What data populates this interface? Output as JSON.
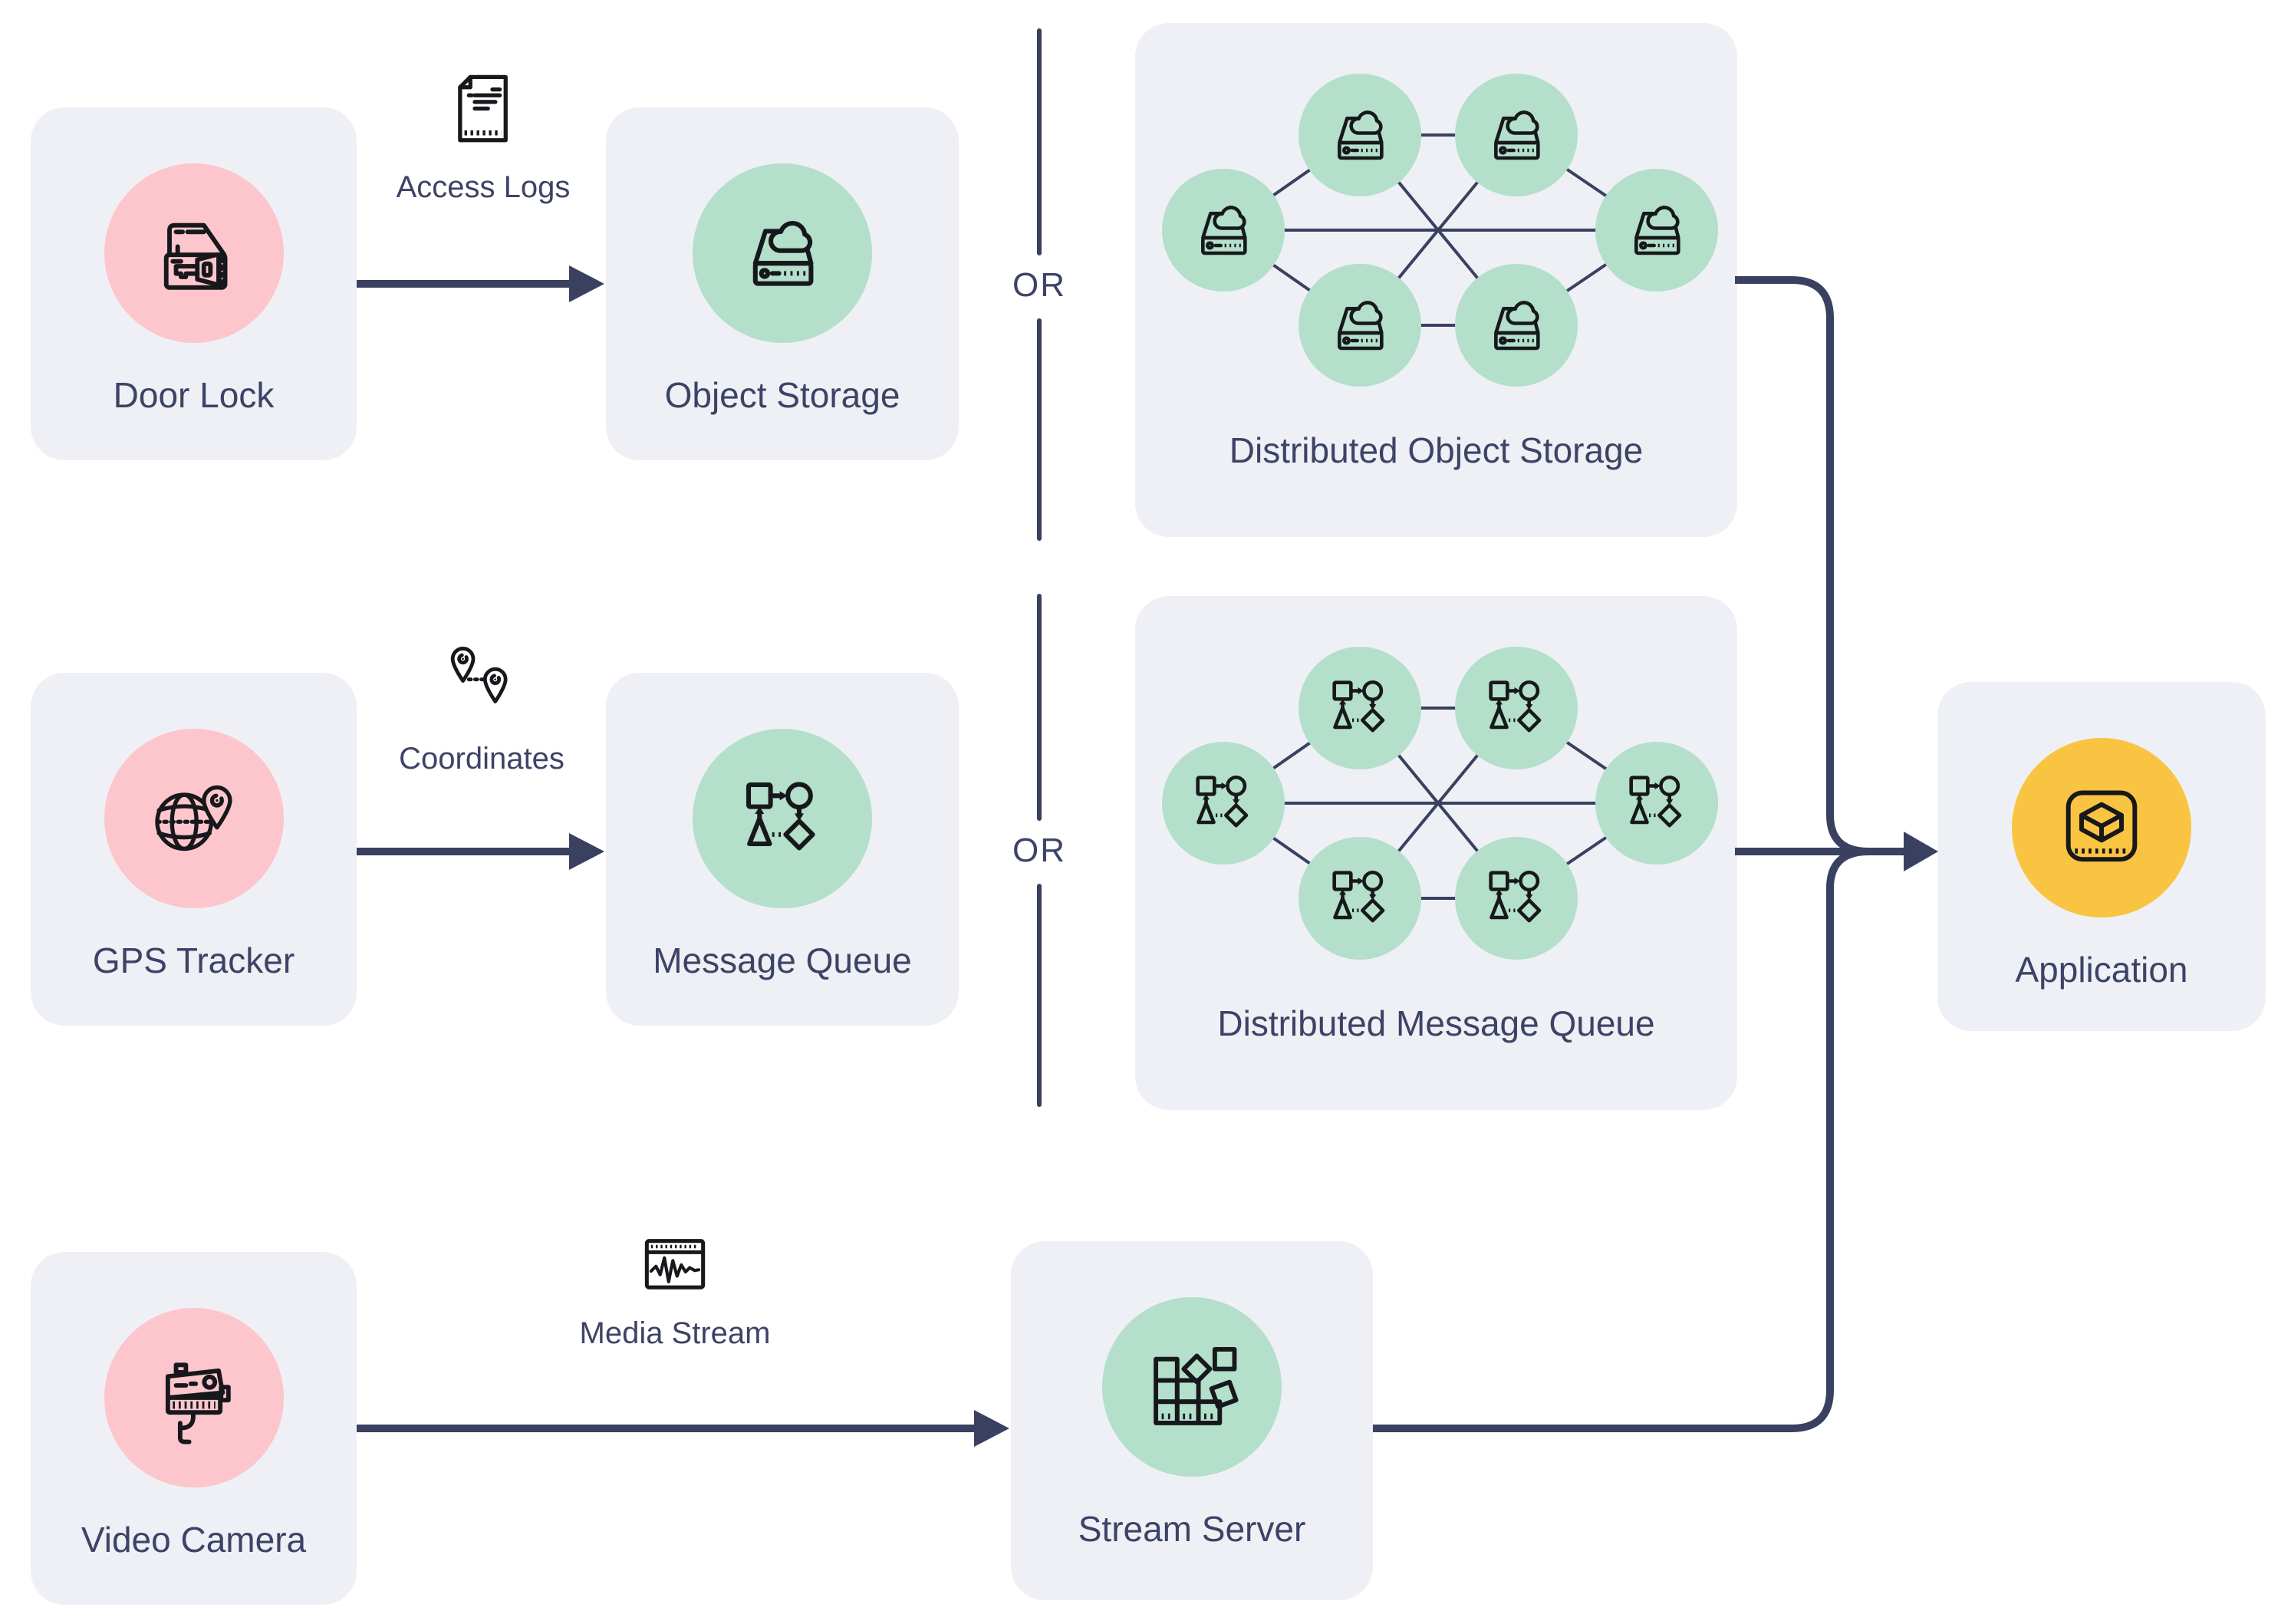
{
  "diagram": {
    "nodes": {
      "door_lock": {
        "label": "Door Lock",
        "type": "device"
      },
      "object_storage": {
        "label": "Object Storage",
        "type": "service"
      },
      "distributed_object_storage": {
        "label": "Distributed Object Storage",
        "type": "cluster",
        "node_count": 6
      },
      "gps_tracker": {
        "label": "GPS Tracker",
        "type": "device"
      },
      "message_queue": {
        "label": "Message Queue",
        "type": "service"
      },
      "distributed_message_queue": {
        "label": "Distributed Message Queue",
        "type": "cluster",
        "node_count": 6
      },
      "video_camera": {
        "label": "Video Camera",
        "type": "device"
      },
      "stream_server": {
        "label": "Stream Server",
        "type": "service"
      },
      "application": {
        "label": "Application",
        "type": "app"
      }
    },
    "edge_labels": {
      "access_logs": "Access Logs",
      "coordinates": "Coordinates",
      "media_stream": "Media Stream"
    },
    "or_separators": [
      "OR",
      "OR"
    ],
    "colors": {
      "card_bg": "#eef0f5",
      "device_accent": "#fcc6cc",
      "service_accent": "#b3dfcb",
      "app_accent": "#f9c441",
      "line": "#394060",
      "text": "#3d4366",
      "icon_stroke": "#17181c"
    }
  }
}
